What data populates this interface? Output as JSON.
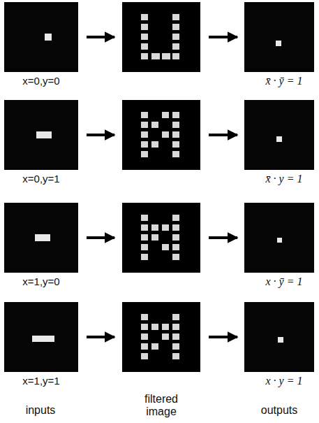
{
  "diagram": {
    "nodes": [
      {
        "text": [
          "x=0,y=0"
        ]
      },
      {
        "text": [
          "x̄ · ȳ = 1"
        ]
      },
      {
        "text": [
          "x=0,y=1"
        ]
      },
      {
        "text": [
          "x̄ · y = 1"
        ]
      },
      {
        "text": [
          "x=1,y=0"
        ]
      },
      {
        "text": [
          "x · ȳ = 1"
        ]
      },
      {
        "text": [
          "x=1,y=1"
        ]
      },
      {
        "text": [
          "x · y = 1"
        ]
      }
    ],
    "labels": [
      "inputs",
      "filtered image",
      "outputs"
    ]
  }
}
